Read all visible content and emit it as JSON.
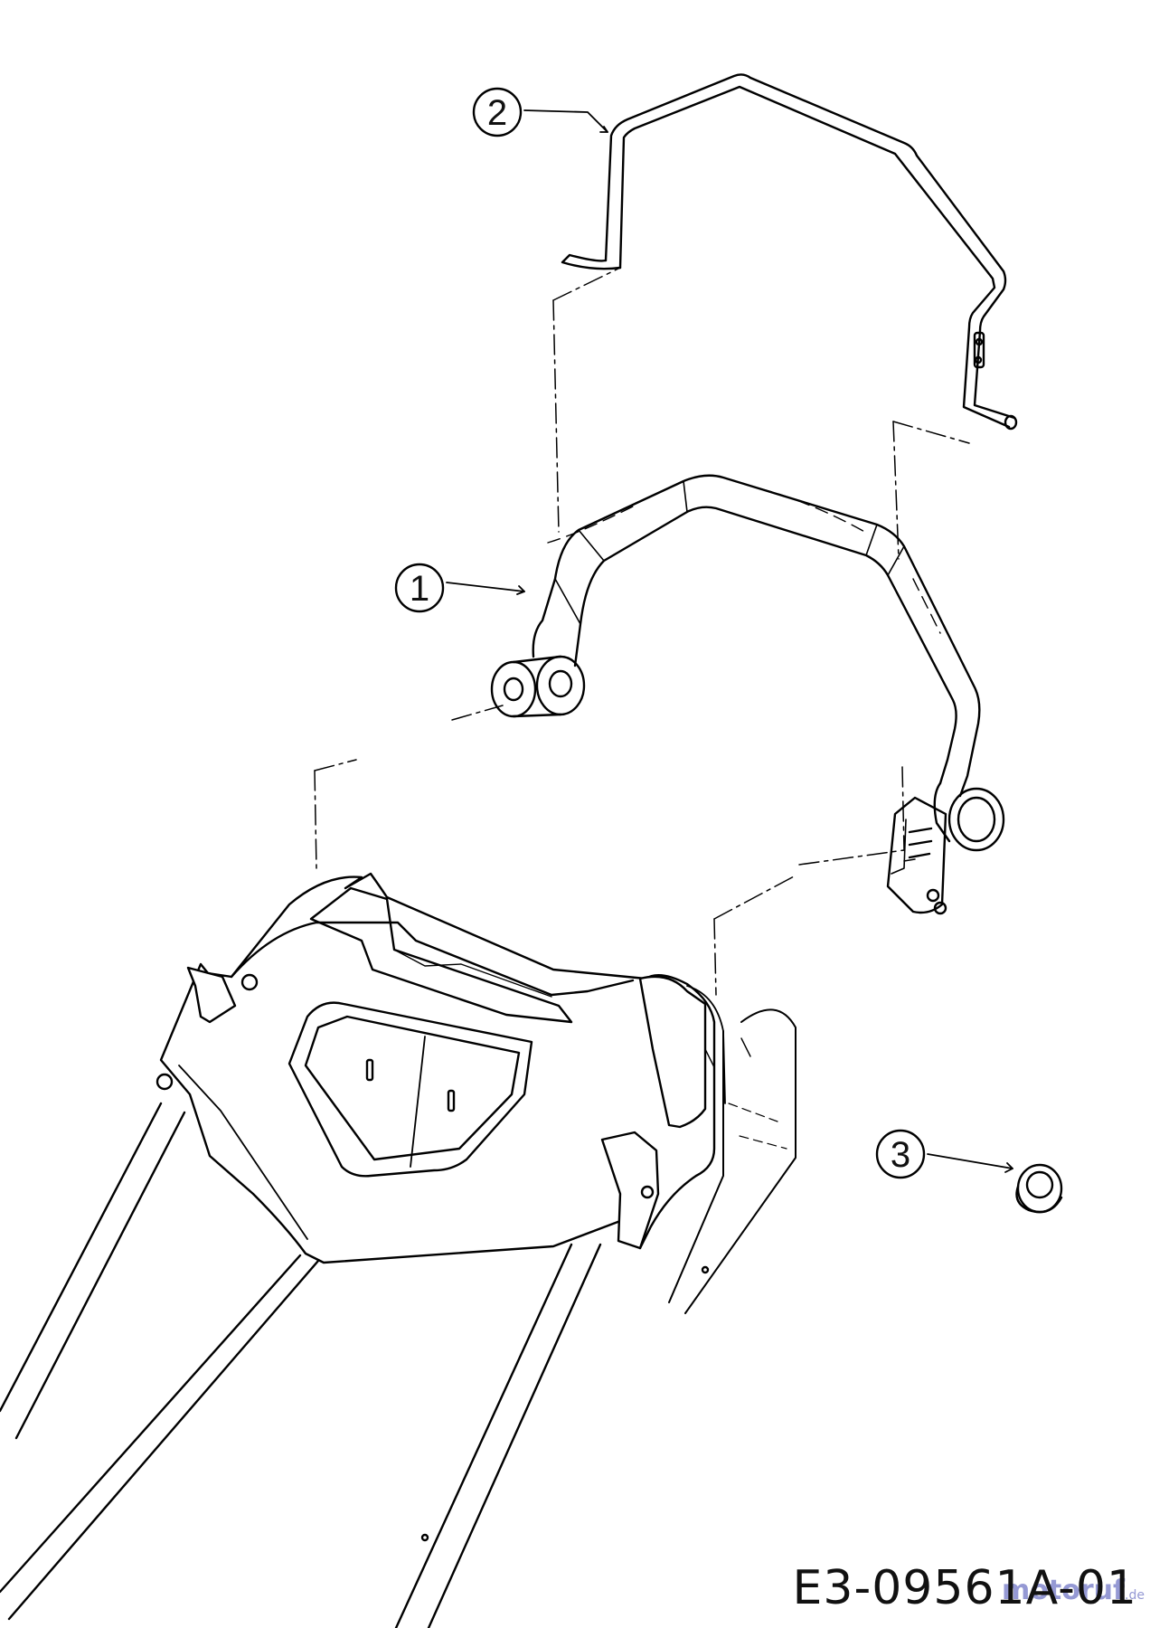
{
  "callouts": [
    {
      "id": "1",
      "label": "1"
    },
    {
      "id": "2",
      "label": "2"
    },
    {
      "id": "3",
      "label": "3"
    }
  ],
  "drawing_code": "E3-09561A-01",
  "watermark": {
    "main": "motoruf",
    "suffix": ".de"
  }
}
